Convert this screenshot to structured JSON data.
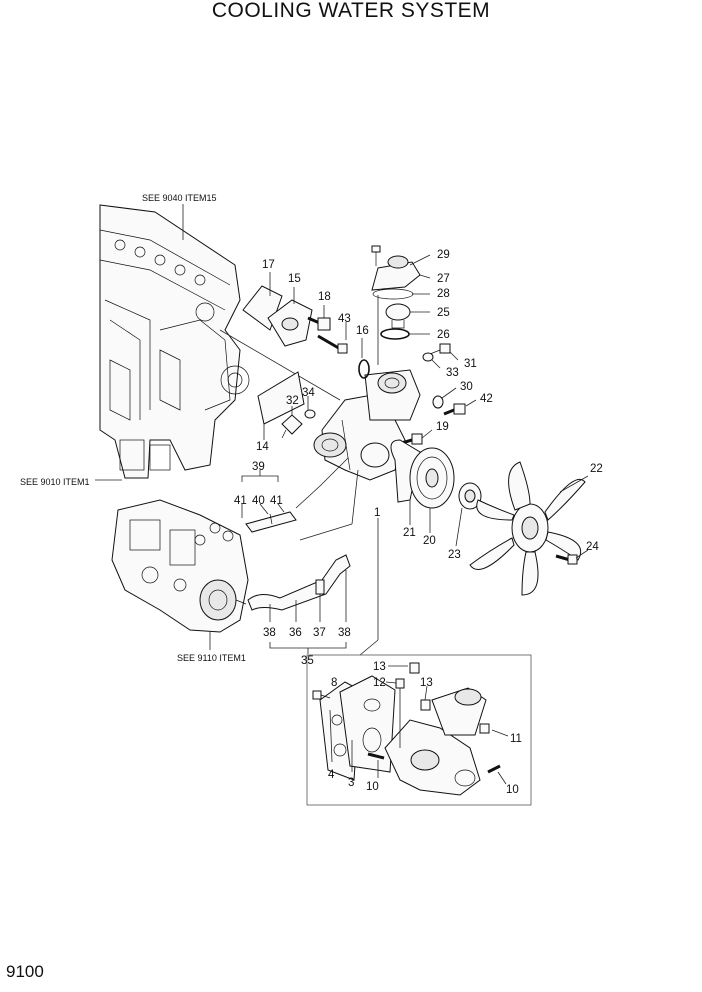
{
  "title": "COOLING WATER SYSTEM",
  "page_number": "9100",
  "references": {
    "engine_block": "SEE 9040 ITEM15",
    "cylinder_head": "SEE 9010 ITEM1",
    "injection_pump": "SEE 9110 ITEM1"
  },
  "callouts": {
    "c1": "1",
    "c3": "3",
    "c4": "4",
    "c8": "8",
    "c10a": "10",
    "c10b": "10",
    "c11": "11",
    "c12": "12",
    "c13a": "13",
    "c13b": "13",
    "c14": "14",
    "c15": "15",
    "c16": "16",
    "c17": "17",
    "c18": "18",
    "c19": "19",
    "c20": "20",
    "c21": "21",
    "c22": "22",
    "c23": "23",
    "c24": "24",
    "c25": "25",
    "c26": "26",
    "c27": "27",
    "c28": "28",
    "c29": "29",
    "c30": "30",
    "c31": "31",
    "c32": "32",
    "c33": "33",
    "c34": "34",
    "c35": "35",
    "c36": "36",
    "c37": "37",
    "c38a": "38",
    "c38b": "38",
    "c39": "39",
    "c40": "40",
    "c41a": "41",
    "c41b": "41",
    "c42": "42",
    "c43": "43"
  }
}
